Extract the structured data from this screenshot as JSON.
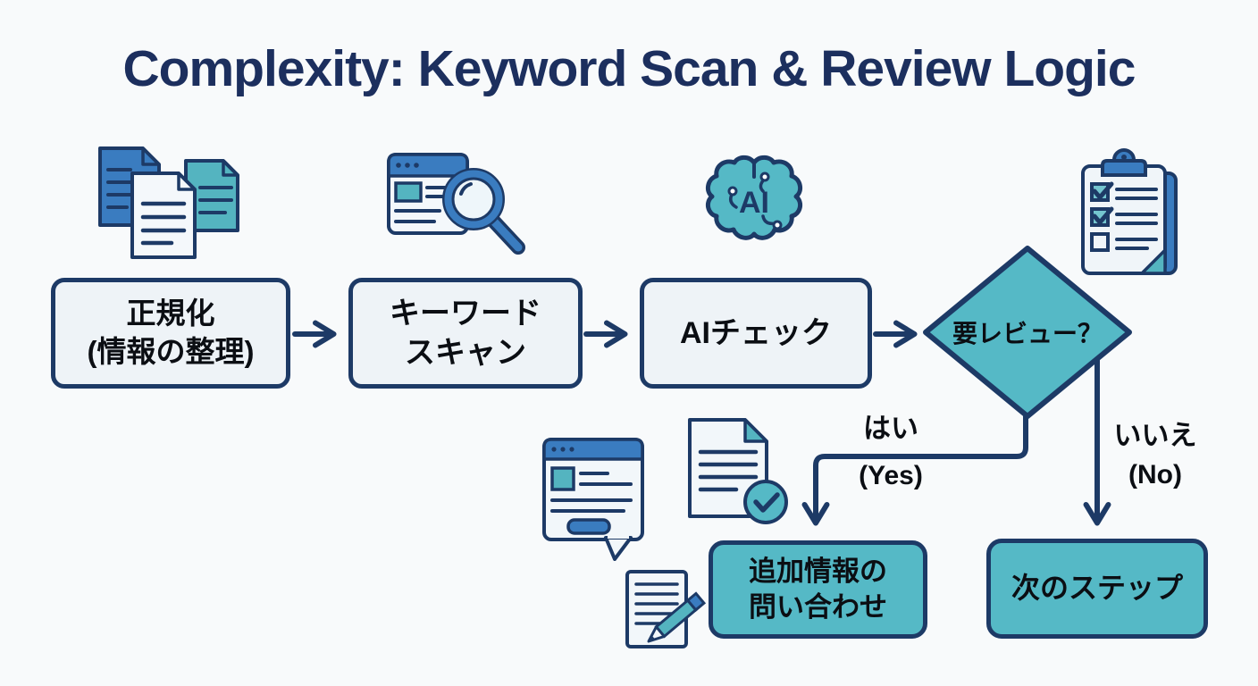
{
  "title": "Complexity: Keyword Scan & Review Logic",
  "nodes": {
    "normalize": {
      "label": "正規化\n(情報の整理)"
    },
    "keyword_scan": {
      "label": "キーワード\nスキャン"
    },
    "ai_check": {
      "label": "AIチェック"
    },
    "review_decision": {
      "label": "要レビュー？"
    },
    "inquiry": {
      "label": "追加情報の\n問い合わせ"
    },
    "next_step": {
      "label": "次のステップ"
    }
  },
  "branches": {
    "yes": {
      "jp": "はい",
      "en": "(Yes)"
    },
    "no": {
      "jp": "いいえ",
      "en": "(No)"
    }
  },
  "icons": {
    "ai_brain": {
      "label": "AI"
    },
    "names": [
      "documents-icon",
      "browser-search-icon",
      "ai-brain-icon",
      "checklist-icon",
      "form-chat-icon",
      "document-approved-icon",
      "note-pencil-icon"
    ]
  },
  "colors": {
    "background": "#f8fafb",
    "title_navy": "#1c2f5e",
    "outline_navy": "#1d3a66",
    "node_fill_light": "#eef3f7",
    "node_fill_teal": "#55b9c6",
    "icon_blue": "#3a7cc0",
    "icon_teal": "#54b4c0",
    "text_black": "#0b0e13"
  }
}
